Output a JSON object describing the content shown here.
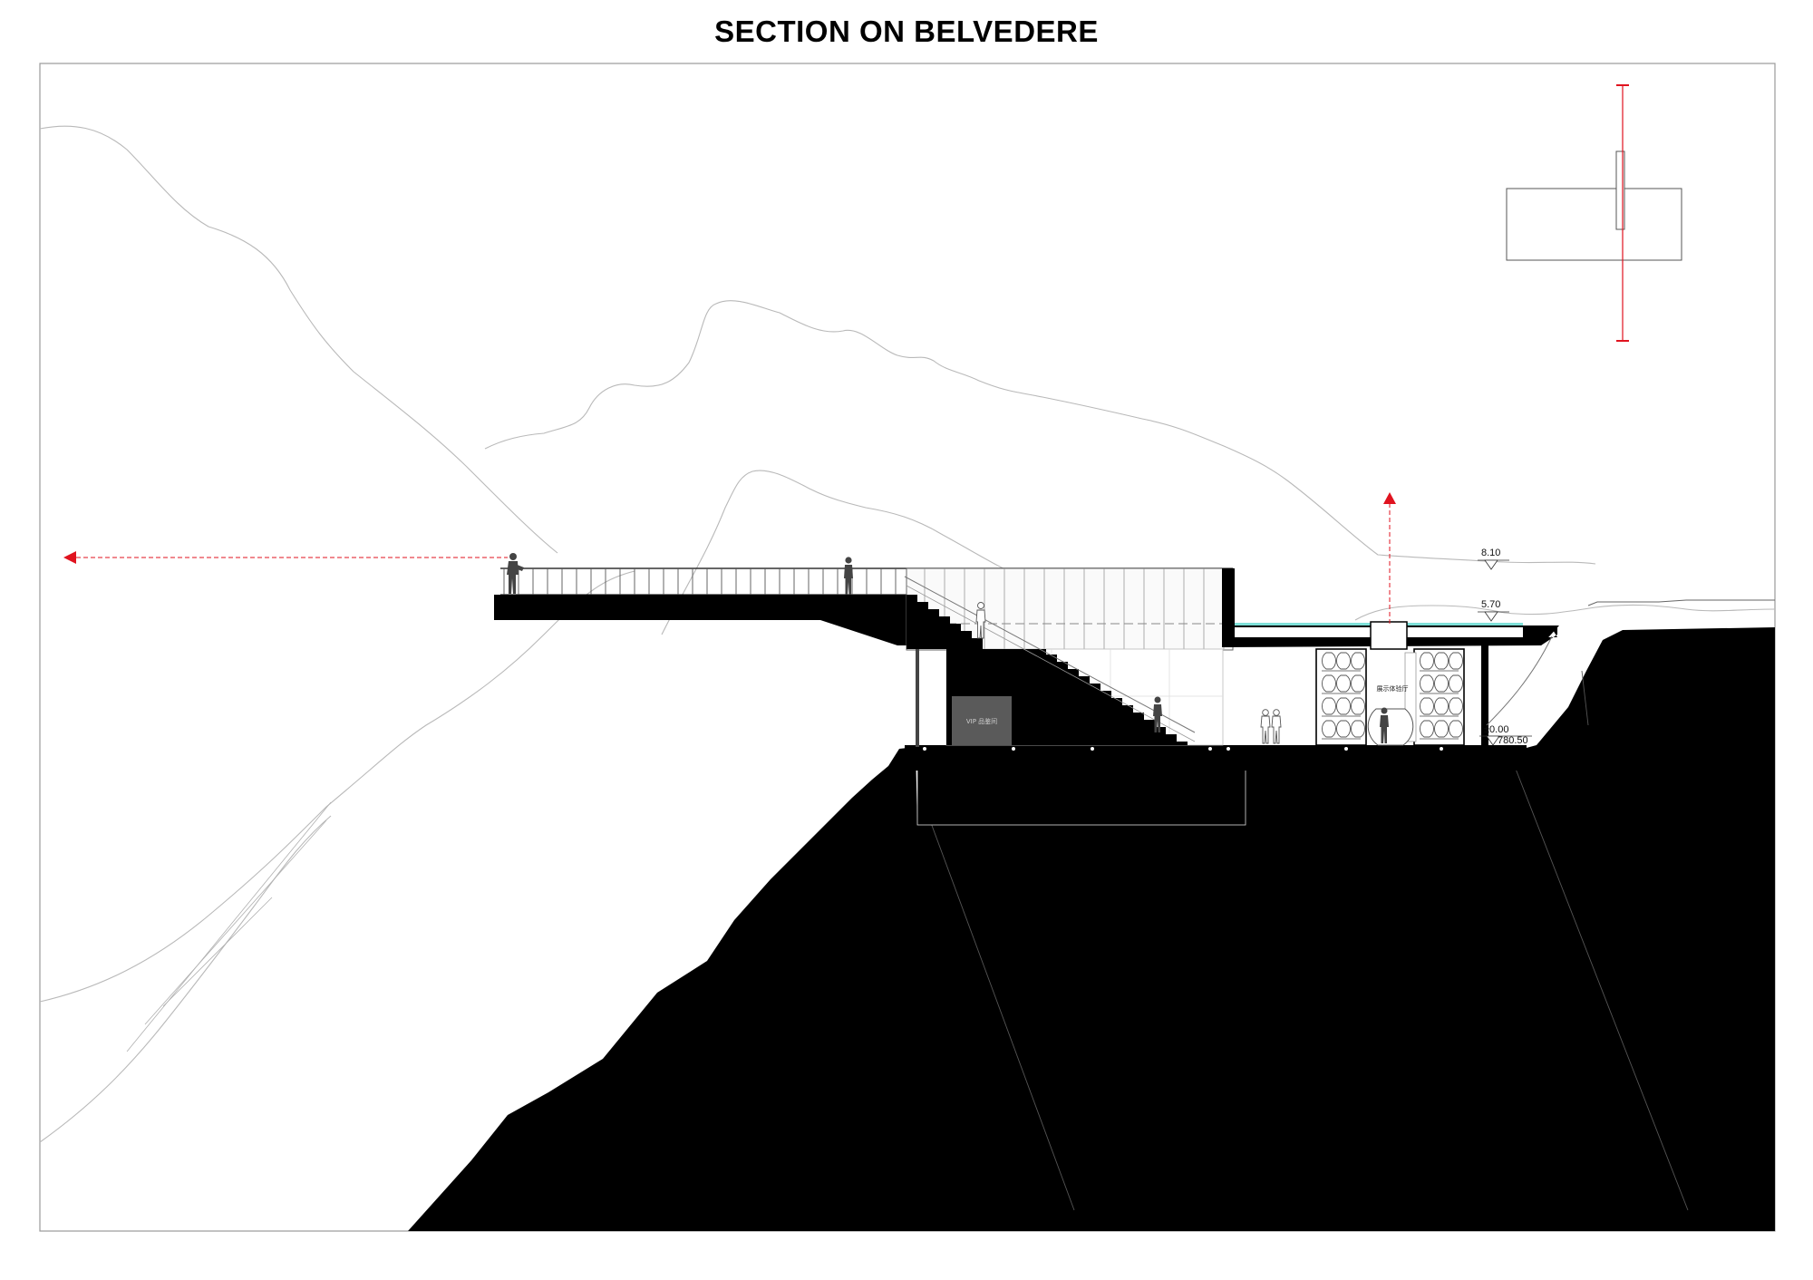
{
  "title": "SECTION ON BELVEDERE",
  "levels": {
    "roof_top": "8.10",
    "pool_level": "5.70",
    "ground_relative": "±0.00",
    "ground_absolute": "780.50"
  },
  "room_labels": {
    "vip_room": "VIP 品鉴间",
    "display_hall": "展示体验厅"
  },
  "colors": {
    "ground": "#000000",
    "section_line": "#e0131f",
    "contour": "#b5b5b5",
    "pool_water": "#7ee0d8",
    "vip_box": "#5a5a5a"
  },
  "icons": {
    "view_arrow_left": "triangle-left",
    "view_arrow_up": "triangle-up",
    "level_marker": "triangle-down"
  }
}
